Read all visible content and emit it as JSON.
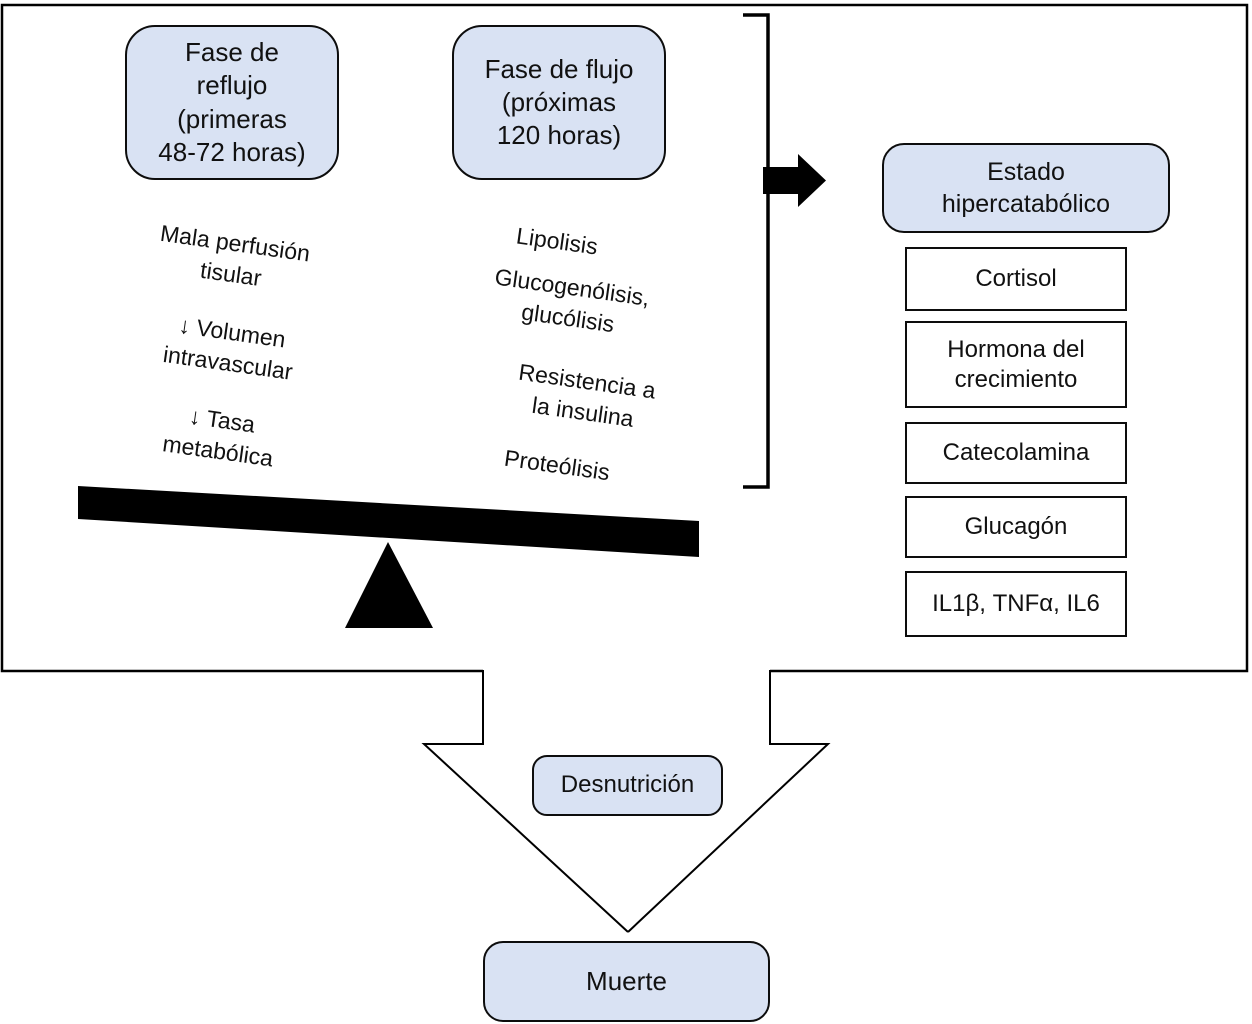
{
  "diagram": {
    "reflux_phase": {
      "title": "Fase de\nreflujo\n(primeras\n48-72 horas)",
      "items": [
        "Mala perfusión\ntisular",
        "↓ Volumen\nintravascular",
        "↓ Tasa\nmetabólica"
      ]
    },
    "flow_phase": {
      "title": "Fase de flujo\n(próximas\n120 horas)",
      "items": [
        "Lipolisis",
        "Glucogenólisis,\nglucólisis",
        "Resistencia a\nla insulina",
        "Proteólisis"
      ]
    },
    "hypercatabolic": {
      "title": "Estado\nhipercatabólico",
      "mediators": [
        "Cortisol",
        "Hormona del\ncrecimiento",
        "Catecolamina",
        "Glucagón",
        "IL1β, TNFα, IL6"
      ]
    },
    "outcomes": {
      "malnutrition": "Desnutrición",
      "death": "Muerte"
    }
  },
  "colors": {
    "box_fill": "#d9e2f3",
    "line": "#000000"
  }
}
